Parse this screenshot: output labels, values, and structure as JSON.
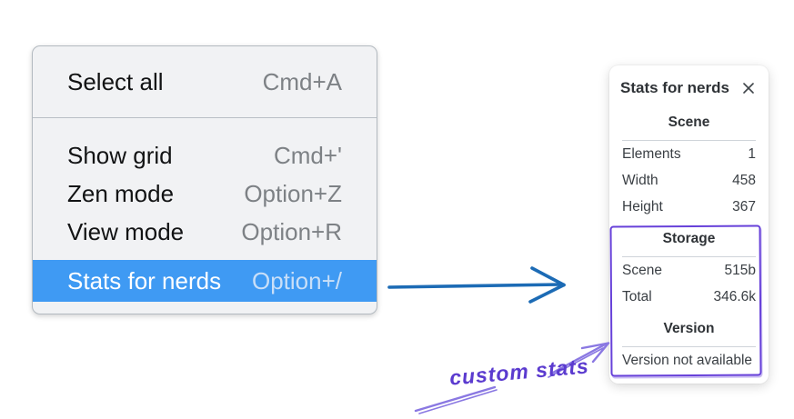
{
  "colors": {
    "menu_highlight": "#3f9af3",
    "blue_arrow": "#1c6bb5",
    "purple": "#6741d9",
    "purple_light": "#8a78e2"
  },
  "menu": {
    "items": [
      {
        "label": "Select all",
        "shortcut": "Cmd+A"
      },
      {
        "label": "Show grid",
        "shortcut": "Cmd+'"
      },
      {
        "label": "Zen mode",
        "shortcut": "Option+Z"
      },
      {
        "label": "View mode",
        "shortcut": "Option+R"
      },
      {
        "label": "Stats for nerds",
        "shortcut": "Option+/"
      }
    ],
    "highlighted_item": "Stats for nerds"
  },
  "stats_panel": {
    "title": "Stats for nerds",
    "scene_section": {
      "heading": "Scene",
      "rows": [
        {
          "label": "Elements",
          "value": "1"
        },
        {
          "label": "Width",
          "value": "458"
        },
        {
          "label": "Height",
          "value": "367"
        }
      ]
    },
    "storage_section": {
      "heading": "Storage",
      "rows": [
        {
          "label": "Scene",
          "value": "515b"
        },
        {
          "label": "Total",
          "value": "346.6k"
        }
      ]
    },
    "version_section": {
      "heading": "Version",
      "note": "Version not available"
    }
  },
  "annotation": {
    "label": "custom stats"
  }
}
